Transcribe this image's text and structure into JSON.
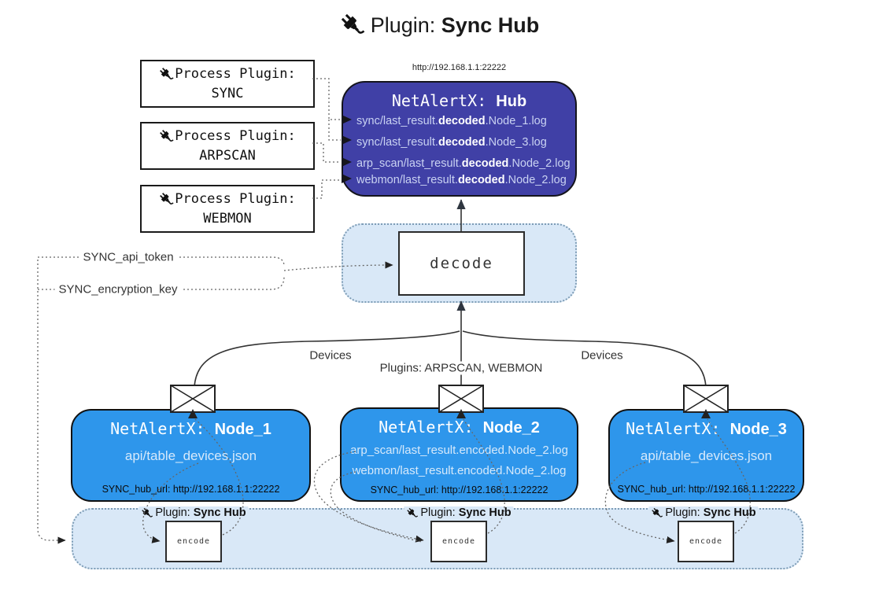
{
  "title": {
    "pre": "Plugin: ",
    "bold": "Sync Hub"
  },
  "process_plugins": [
    {
      "label": "Process Plugin:",
      "name": "SYNC"
    },
    {
      "label": "Process Plugin:",
      "name": "ARPSCAN"
    },
    {
      "label": "Process Plugin:",
      "name": "WEBMON"
    }
  ],
  "hub": {
    "url": "http://192.168.1.1:22222",
    "title_pre": "NetAlertX: ",
    "title_bold": "Hub",
    "lines": [
      {
        "pre": "sync/last_result.",
        "bold": "decoded",
        "post": ".Node_1.log"
      },
      {
        "pre": "sync/last_result.",
        "bold": "decoded",
        "post": ".Node_3.log"
      },
      {
        "pre": "arp_scan/last_result.",
        "bold": "decoded",
        "post": ".Node_2.log"
      },
      {
        "pre": "webmon/last_result.",
        "bold": "decoded",
        "post": ".Node_2.log"
      }
    ]
  },
  "decode": {
    "label": "decode"
  },
  "edge_labels": {
    "sync_api_token": "SYNC_api_token",
    "sync_encryption_key": "SYNC_encryption_key",
    "devices_left": "Devices",
    "plugins_mid": "Plugins: ARPSCAN, WEBMON",
    "devices_right": "Devices"
  },
  "nodes": [
    {
      "title_pre": "NetAlertX: ",
      "title_bold": "Node_1",
      "files": [
        "api/table_devices.json"
      ],
      "hub_url": "SYNC_hub_url: http://192.168.1.1:22222"
    },
    {
      "title_pre": "NetAlertX: ",
      "title_bold": "Node_2",
      "files": [
        "arp_scan/last_result.encoded.Node_2.log",
        "webmon/last_result.encoded.Node_2.log"
      ],
      "hub_url": "SYNC_hub_url: http://192.168.1.1:22222"
    },
    {
      "title_pre": "NetAlertX: ",
      "title_bold": "Node_3",
      "files": [
        "api/table_devices.json"
      ],
      "hub_url": "SYNC_hub_url: http://192.168.1.1:22222"
    }
  ],
  "band": {
    "plugin_pre": "Plugin: ",
    "plugin_bold": "Sync Hub",
    "encode_label": "encode"
  },
  "icons": {
    "plug": "plug-icon",
    "envelope": "envelope-icon"
  },
  "colors": {
    "hub_bg": "#4040a6",
    "node_bg": "#2e96eb",
    "band_bg": "#d9e8f7",
    "hub_text": "#c9d2f2",
    "node_text": "#d6e9fb",
    "line": "#333333"
  }
}
